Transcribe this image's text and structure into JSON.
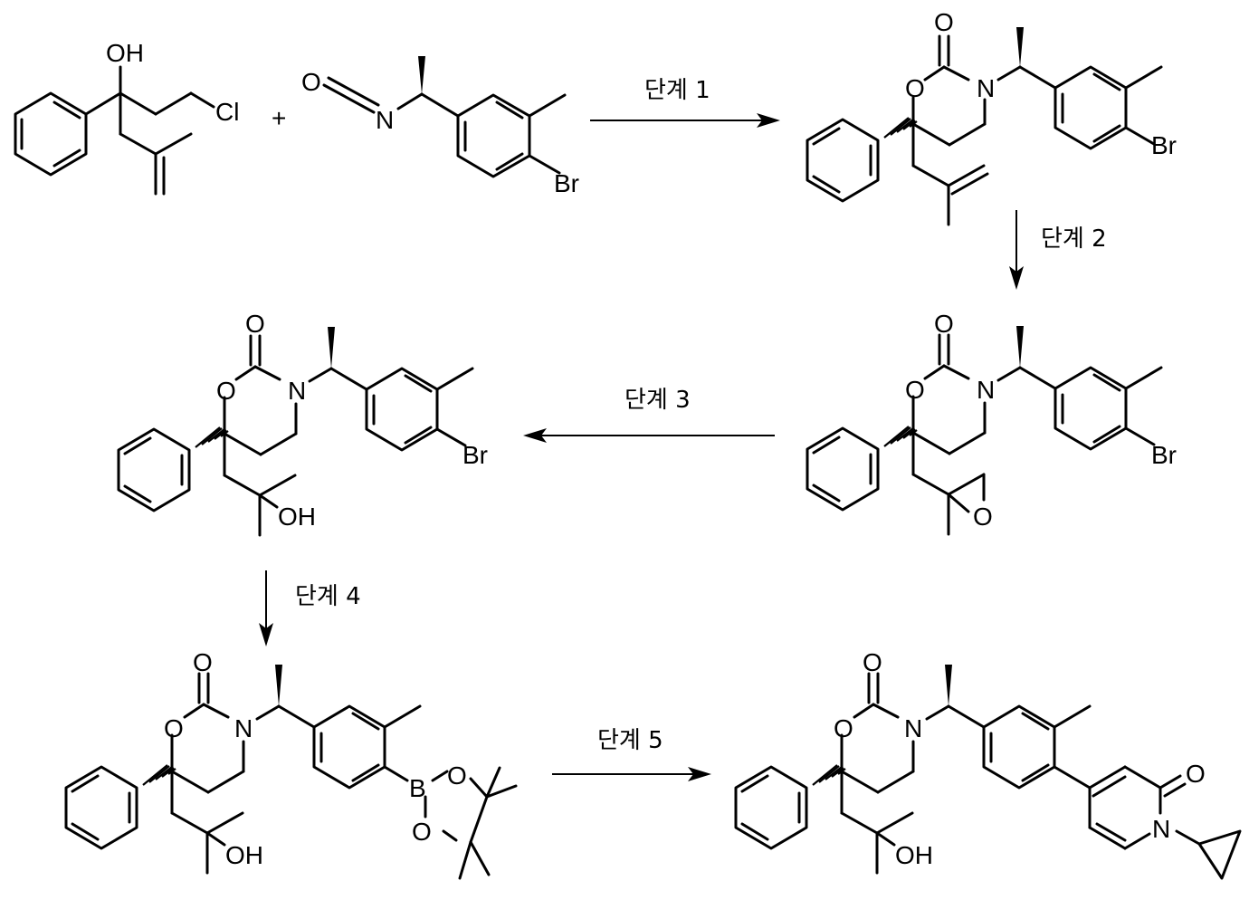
{
  "steps": [
    "단계 1",
    "단계 2",
    "단계 3",
    "단계 4",
    "단계 5"
  ],
  "reactant_a": {
    "atoms": {
      "oh": "OH",
      "cl": "Cl"
    }
  },
  "plus_sign": "+",
  "reactant_b": {
    "atoms": {
      "o": "O",
      "n": "N",
      "br": "Br"
    }
  },
  "product_1": {
    "atoms": {
      "carbonyl_o": "O",
      "ring_o": "O",
      "n": "N",
      "br": "Br"
    }
  },
  "product_2": {
    "atoms": {
      "carbonyl_o": "O",
      "ring_o": "O",
      "n": "N",
      "br": "Br",
      "epoxide_o": "O"
    }
  },
  "product_3": {
    "atoms": {
      "carbonyl_o": "O",
      "ring_o": "O",
      "n": "N",
      "br": "Br",
      "oh": "OH"
    }
  },
  "product_4": {
    "atoms": {
      "carbonyl_o": "O",
      "ring_o": "O",
      "n": "N",
      "oh": "OH",
      "b": "B",
      "bo_top": "O",
      "bo_bottom": "O"
    }
  },
  "product_5": {
    "atoms": {
      "carbonyl_o": "O",
      "ring_o": "O",
      "n": "N",
      "oh": "OH",
      "pyridone_o": "O",
      "pyridone_n": "N"
    }
  }
}
